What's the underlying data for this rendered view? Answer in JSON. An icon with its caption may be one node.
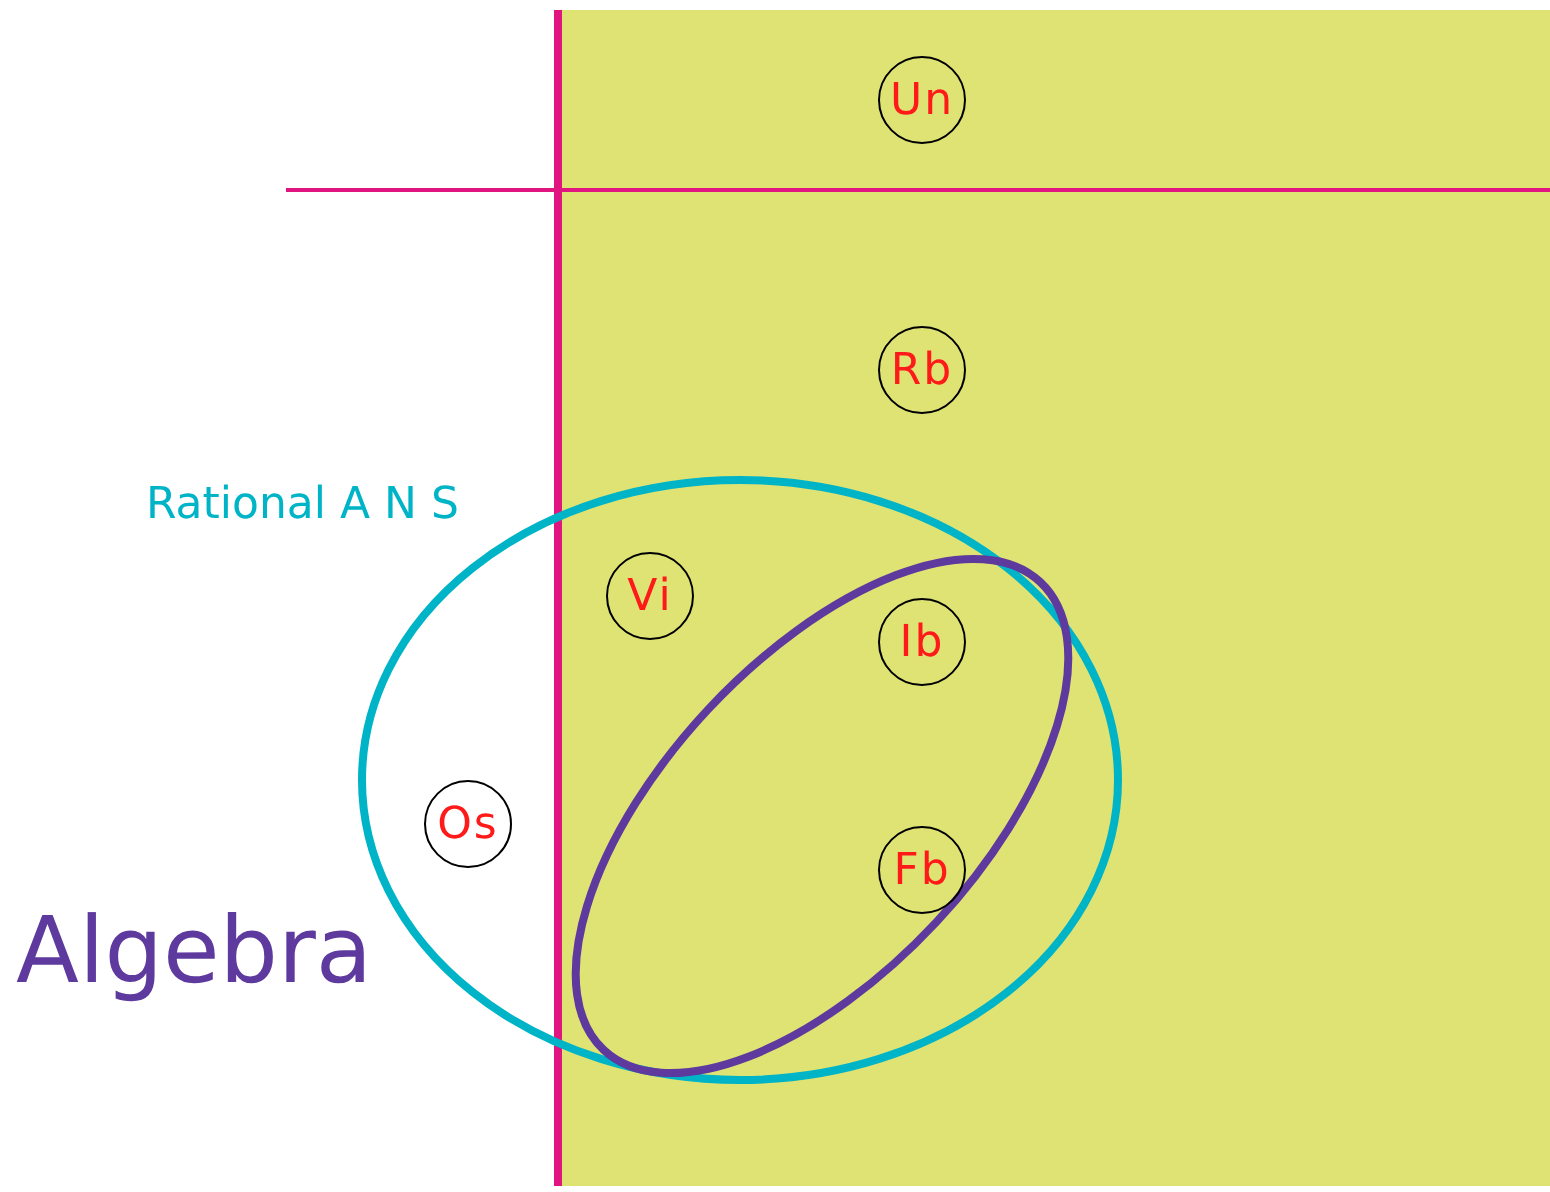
{
  "diagram": {
    "nodes": [
      {
        "text": [
          "Un"
        ]
      },
      {
        "text": [
          "Rb"
        ]
      },
      {
        "text": [
          "Rational A N S"
        ]
      },
      {
        "text": [
          "Vi"
        ],
        "in": 2
      },
      {
        "text": [
          "Algebra"
        ],
        "in": 2
      },
      {
        "text": [
          "Ib"
        ],
        "in": 4
      },
      {
        "text": [
          "Os"
        ],
        "in": 2
      },
      {
        "text": [
          "Fb"
        ],
        "in": 4
      }
    ]
  }
}
